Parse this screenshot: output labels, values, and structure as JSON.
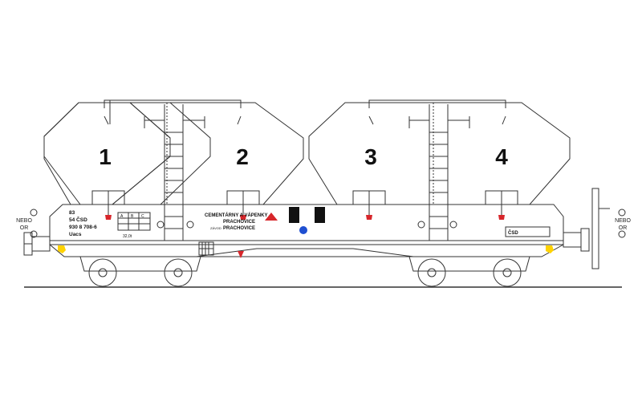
{
  "drawing": {
    "side_label": {
      "line1": "NEBO",
      "line2": "OR"
    },
    "hopper_numbers": [
      "1",
      "2",
      "3",
      "4"
    ],
    "wagon_id": {
      "line1": "83",
      "line2": "54 ČSD",
      "line3": "930 8 708-6",
      "line4": "Uacs"
    },
    "owner": {
      "line1": "CEMENTÁRNY A VÁPENKY",
      "line2": "PRACHOVICE",
      "line3": "PRACHOVICE",
      "prefix": "ZÁVOD"
    },
    "load_table": {
      "headers": [
        "A",
        "B",
        "C"
      ],
      "tare": "32,0t"
    },
    "operator_mark": "ČSD",
    "colors": {
      "line": "#333333",
      "red": "#d7262b",
      "blue": "#1f4fd1",
      "yellow": "#ffd200",
      "panel": "#111111"
    }
  }
}
